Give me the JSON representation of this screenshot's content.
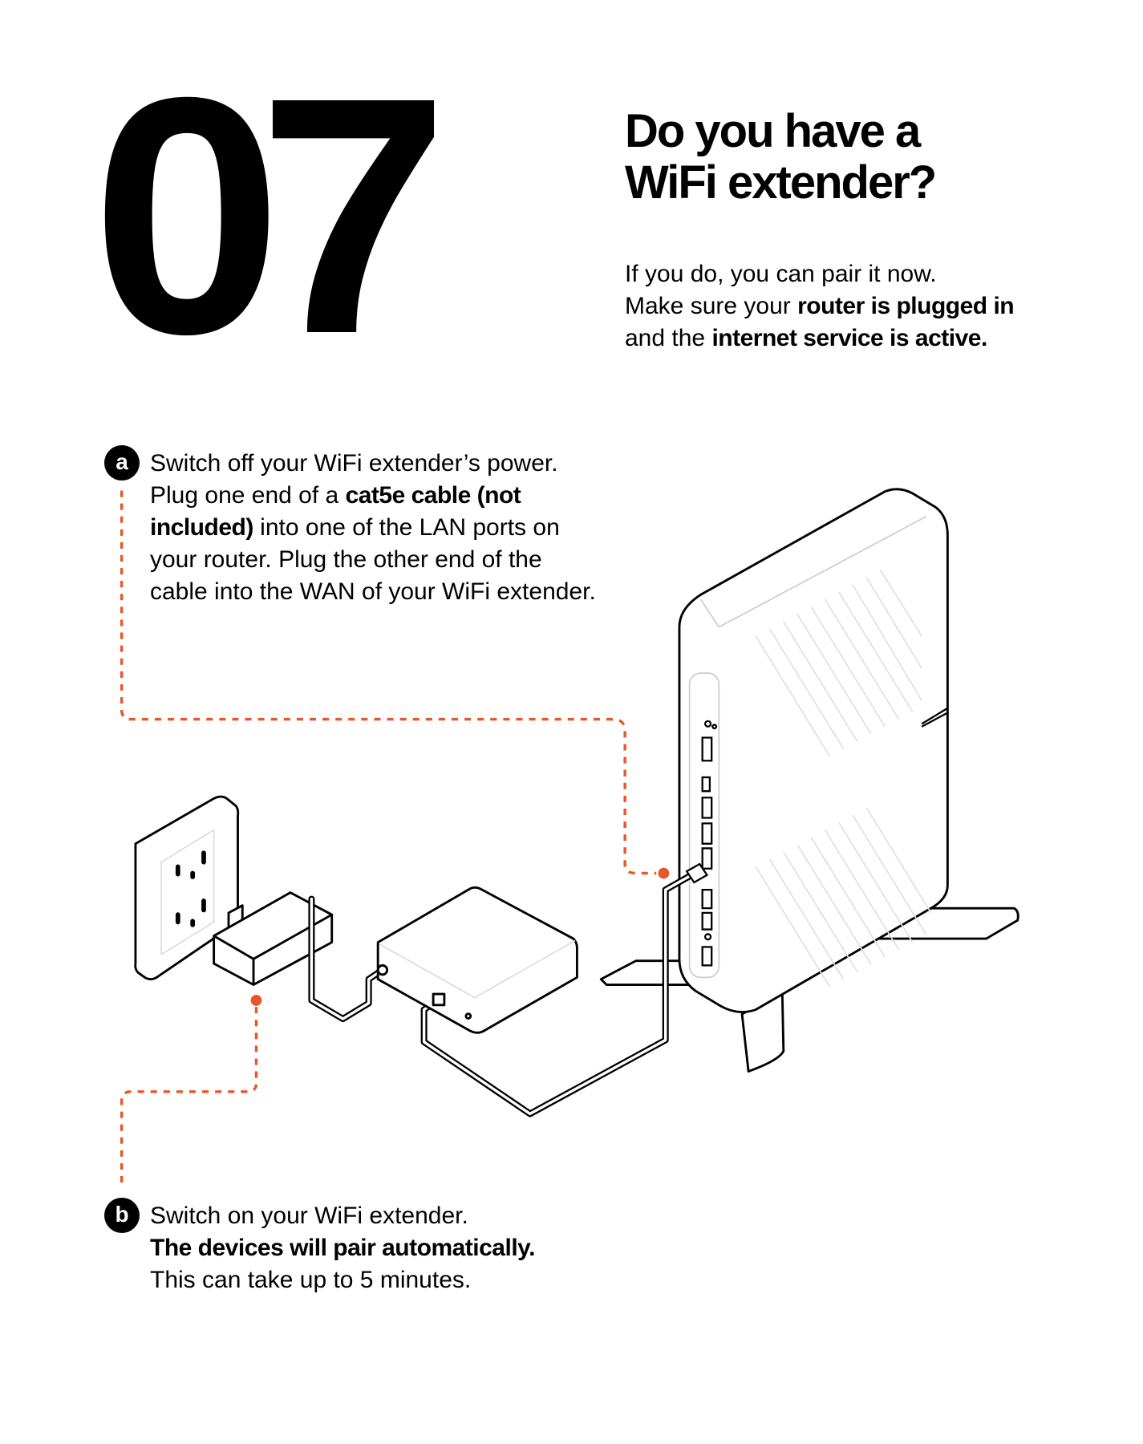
{
  "step_number": "07",
  "title": {
    "line1": "Do you have a",
    "line2": "WiFi extender?"
  },
  "intro": {
    "line1": "If you do, you can pair it now.",
    "line2_pre": "Make sure your ",
    "line2_bold": "router is plugged in",
    "line3_pre": "and the ",
    "line3_bold": "internet service is active."
  },
  "step_a": {
    "badge": "a",
    "t1": "Switch off your WiFi extender’s power. Plug one end of a ",
    "b1": "cat5e cable (not included)",
    "t2": " into one of the LAN ports on your router. Plug the other end of the cable into the WAN of your WiFi extender."
  },
  "step_b": {
    "badge": "b",
    "t1": "Switch on your WiFi extender.",
    "b1": "The devices will pair automatically.",
    "t2": "This can take up to 5 minutes."
  },
  "colors": {
    "accent": "#e8572a",
    "ink": "#000000"
  }
}
